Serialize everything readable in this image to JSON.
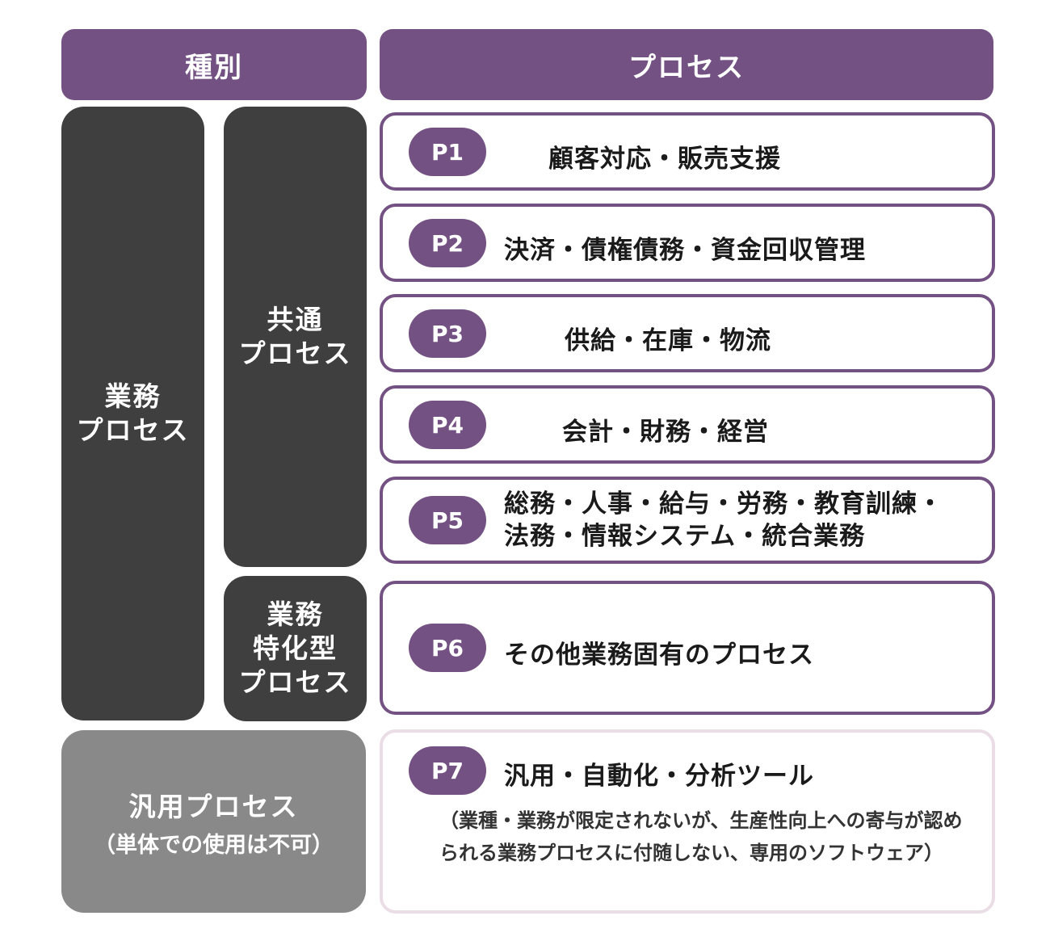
{
  "headers": {
    "category": "種別",
    "process": "プロセス"
  },
  "categories": {
    "business": "業務\nプロセス",
    "common": "共通\nプロセス",
    "specific": "業務\n特化型\nプロセス",
    "general_title": "汎用プロセス",
    "general_note": "（単体での使用は不可）"
  },
  "processes": [
    {
      "code": "P1",
      "label": "顧客対応・販売支援"
    },
    {
      "code": "P2",
      "label": "決済・債権債務・資金回収管理"
    },
    {
      "code": "P3",
      "label": "供給・在庫・物流"
    },
    {
      "code": "P4",
      "label": "会計・財務・経営"
    },
    {
      "code": "P5",
      "label": "総務・人事・給与・労務・教育訓練・\n法務・情報システム・統合業務"
    },
    {
      "code": "P6",
      "label": "その他業務固有のプロセス"
    },
    {
      "code": "P7",
      "label": "汎用・自動化・分析ツール",
      "note": "（業種・業務が限定されないが、生産性向上への寄与が認められる業務プロセスに付随しない、専用のソフトウェア）"
    }
  ],
  "colors": {
    "accent": "#735283",
    "dark": "#3f3f3f",
    "gray": "#898989",
    "light_border": "#eadde6"
  }
}
